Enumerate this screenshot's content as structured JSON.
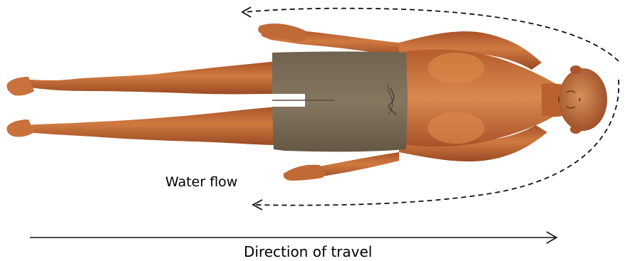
{
  "labels": {
    "water_flow": "Water flow",
    "direction_of_travel": "Direction of travel"
  },
  "colors": {
    "skin": "#c46a35",
    "skin_shadow": "#8e4220",
    "skin_highlight": "#de8d52",
    "shorts": "#7a6c55",
    "shorts_shadow": "#5c5040",
    "arrow": "#111111"
  },
  "icons": {
    "figure": "swimmer-figure",
    "flow_arrows": "dashed-curved-arrow",
    "travel_arrow": "right-arrow"
  }
}
